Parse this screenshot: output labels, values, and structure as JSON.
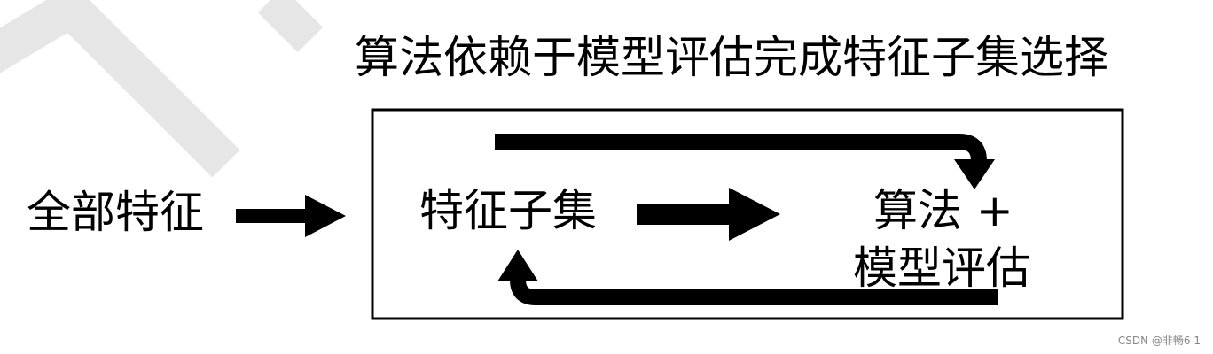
{
  "diagram": {
    "title": "算法依赖于模型评估完成特征子集选择",
    "input_label": "全部特征",
    "subset_label": "特征子集",
    "algorithm_line1": "算法 +",
    "algorithm_line2": "模型评估"
  },
  "watermark": {
    "credit": "CSDN @非畅6 1"
  },
  "colors": {
    "ink": "#000000",
    "background": "#ffffff",
    "watermark_stroke": "#e6e6e6",
    "credit_text": "#888888"
  },
  "icons": [
    "right-arrow-icon",
    "curved-down-arrow-icon",
    "curved-up-arrow-icon"
  ]
}
